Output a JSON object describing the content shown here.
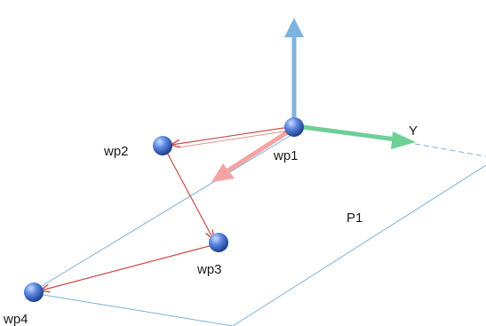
{
  "plane": {
    "label": "P1",
    "edge_color": "#7fb1d9"
  },
  "axes": {
    "y_label": "Y",
    "colors": {
      "z": "#7eb3de",
      "y": "#6fcf97",
      "x": "#f4a3a3"
    }
  },
  "waypoints": [
    {
      "id": "wp1",
      "label": "wp1"
    },
    {
      "id": "wp2",
      "label": "wp2"
    },
    {
      "id": "wp3",
      "label": "wp3"
    },
    {
      "id": "wp4",
      "label": "wp4"
    }
  ],
  "path": {
    "color": "#c94a4a",
    "sequence": [
      "wp1",
      "wp2",
      "wp3",
      "wp4"
    ]
  }
}
